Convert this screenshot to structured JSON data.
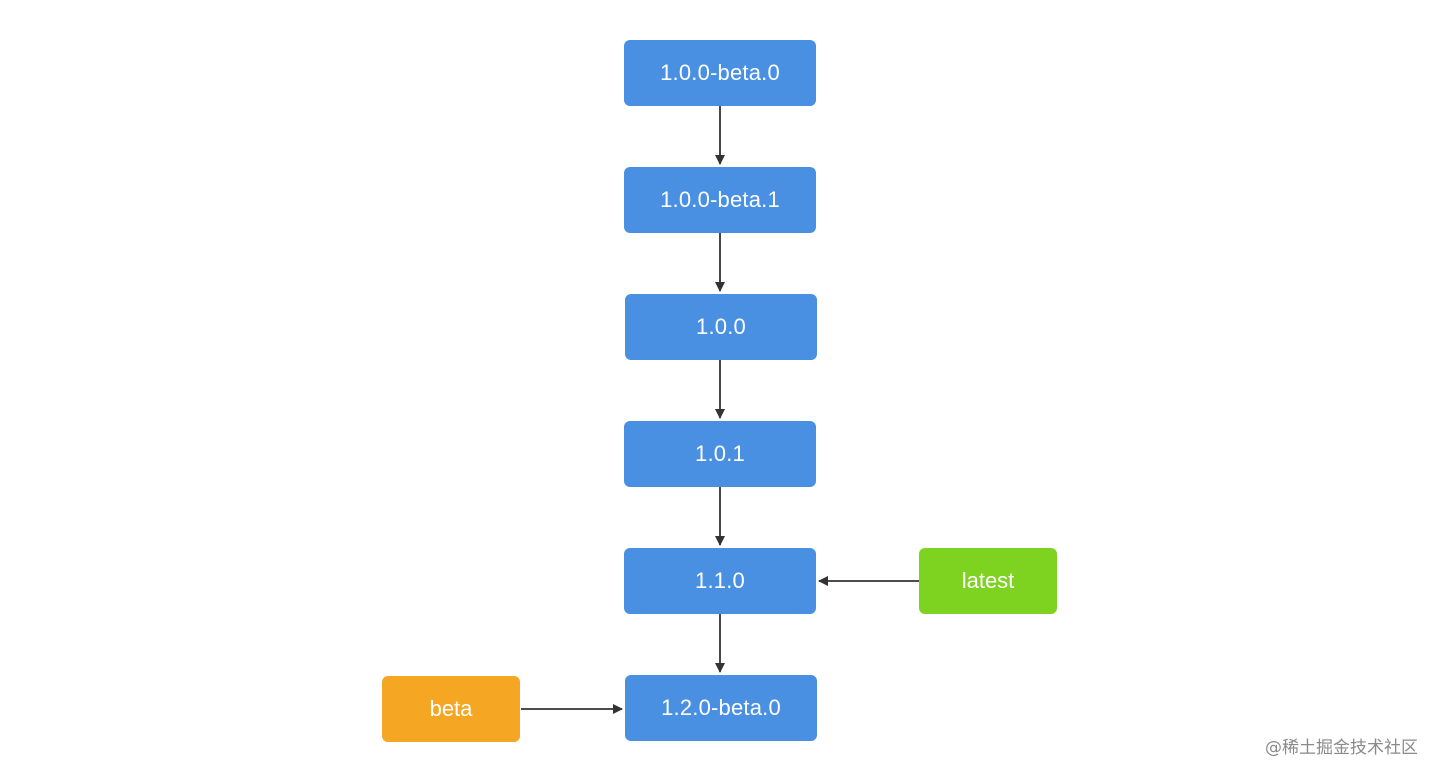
{
  "nodes": {
    "v1": "1.0.0-beta.0",
    "v2": "1.0.0-beta.1",
    "v3": "1.0.0",
    "v4": "1.0.1",
    "v5": "1.1.0",
    "v6": "1.2.0-beta.0"
  },
  "tags": {
    "latest": "latest",
    "beta": "beta"
  },
  "watermark": "@稀土掘金技术社区",
  "colors": {
    "version_node": "#4a90e2",
    "latest_tag": "#7ed321",
    "beta_tag": "#f5a623",
    "arrow": "#333333"
  }
}
